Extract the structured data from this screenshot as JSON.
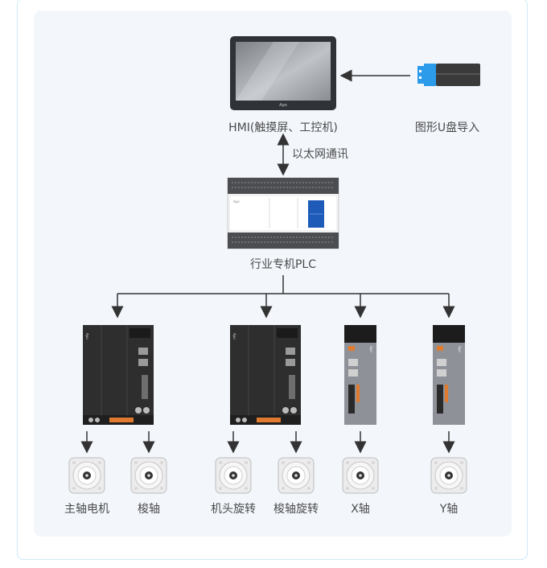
{
  "hmi": {
    "label": "HMI(触摸屏、工控机)",
    "brand": "Apo"
  },
  "usb": {
    "label": "图形U盘导入"
  },
  "connection": {
    "label": "以太网通讯"
  },
  "plc": {
    "label": "行业专机PLC",
    "brand": "Apo"
  },
  "motors": [
    {
      "label": "主轴电机"
    },
    {
      "label": "梭轴"
    },
    {
      "label": "机头旋转"
    },
    {
      "label": "梭轴旋转"
    },
    {
      "label": "X轴"
    },
    {
      "label": "Y轴"
    }
  ],
  "colors": {
    "panel": "#f3f7fc",
    "frame_border": "#cfe9f7",
    "usb_blue": "#2c9bea",
    "plc_blue": "#1e5bb8",
    "drive_dark": "#2e2e2e",
    "drive_gray": "#8e9298",
    "connector": "#333333"
  }
}
